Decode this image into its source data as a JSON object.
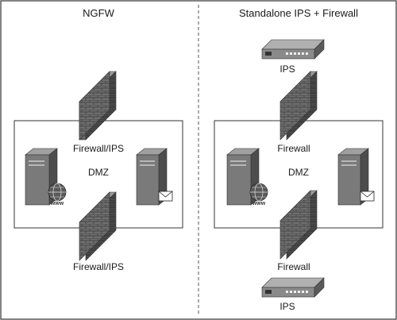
{
  "left_panel": {
    "title": "NGFW",
    "zone_label": "DMZ",
    "top_wall_label": "Firewall/IPS",
    "bottom_wall_label": "Firewall/IPS",
    "web_server_icon": "www-globe-icon",
    "mail_server_icon": "envelope-icon"
  },
  "right_panel": {
    "title": "Standalone IPS + Firewall",
    "zone_label": "DMZ",
    "top_ips_label": "IPS",
    "top_wall_label": "Firewall",
    "bottom_wall_label": "Firewall",
    "bottom_ips_label": "IPS",
    "web_server_icon": "www-globe-icon",
    "mail_server_icon": "envelope-icon"
  },
  "colors": {
    "frame": "#333333",
    "wall_front": "#6e6e6e",
    "wall_top": "#9a9a9a",
    "wall_side": "#4a4a4a",
    "server_front": "#7a7a7a",
    "server_side": "#4d4d4d",
    "ips_body": "#8a8a8a"
  }
}
